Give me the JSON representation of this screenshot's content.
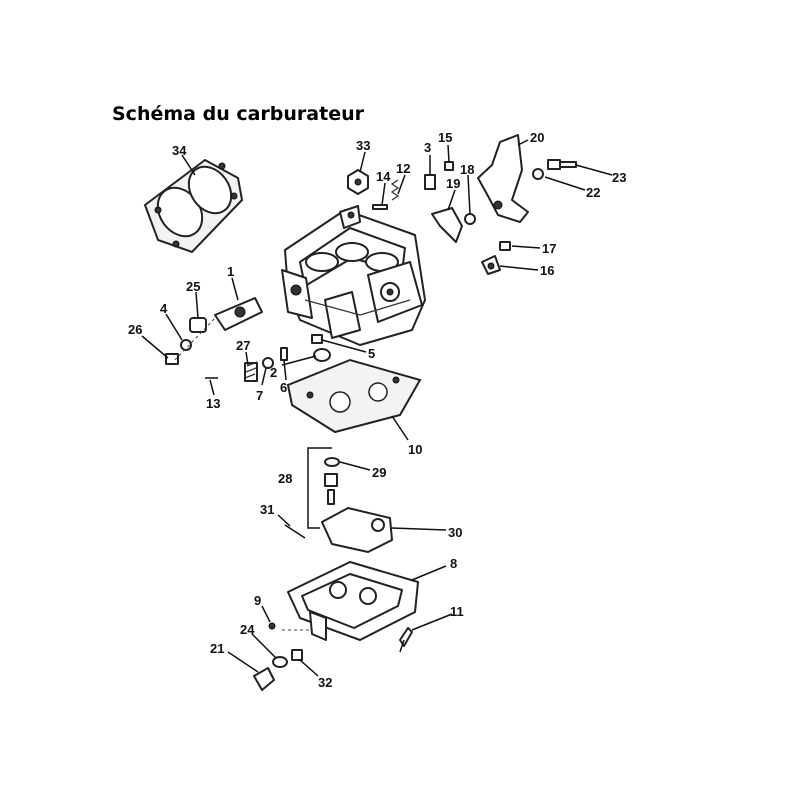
{
  "title": "Schéma du carburateur",
  "colors": {
    "ink": "#111111",
    "paper": "#ffffff"
  },
  "labels": {
    "p1": "1",
    "p2": "2",
    "p3": "3",
    "p4": "4",
    "p5": "5",
    "p6": "6",
    "p7": "7",
    "p8": "8",
    "p9": "9",
    "p10": "10",
    "p11": "11",
    "p12": "12",
    "p13": "13",
    "p14": "14",
    "p15": "15",
    "p16": "16",
    "p17": "17",
    "p18": "18",
    "p19": "19",
    "p20": "20",
    "p21": "21",
    "p22": "22",
    "p23": "23",
    "p24": "24",
    "p25": "25",
    "p26": "26",
    "p27": "27",
    "p28": "28",
    "p29": "29",
    "p30": "30",
    "p31": "31",
    "p32": "32",
    "p33": "33",
    "p34": "34"
  }
}
